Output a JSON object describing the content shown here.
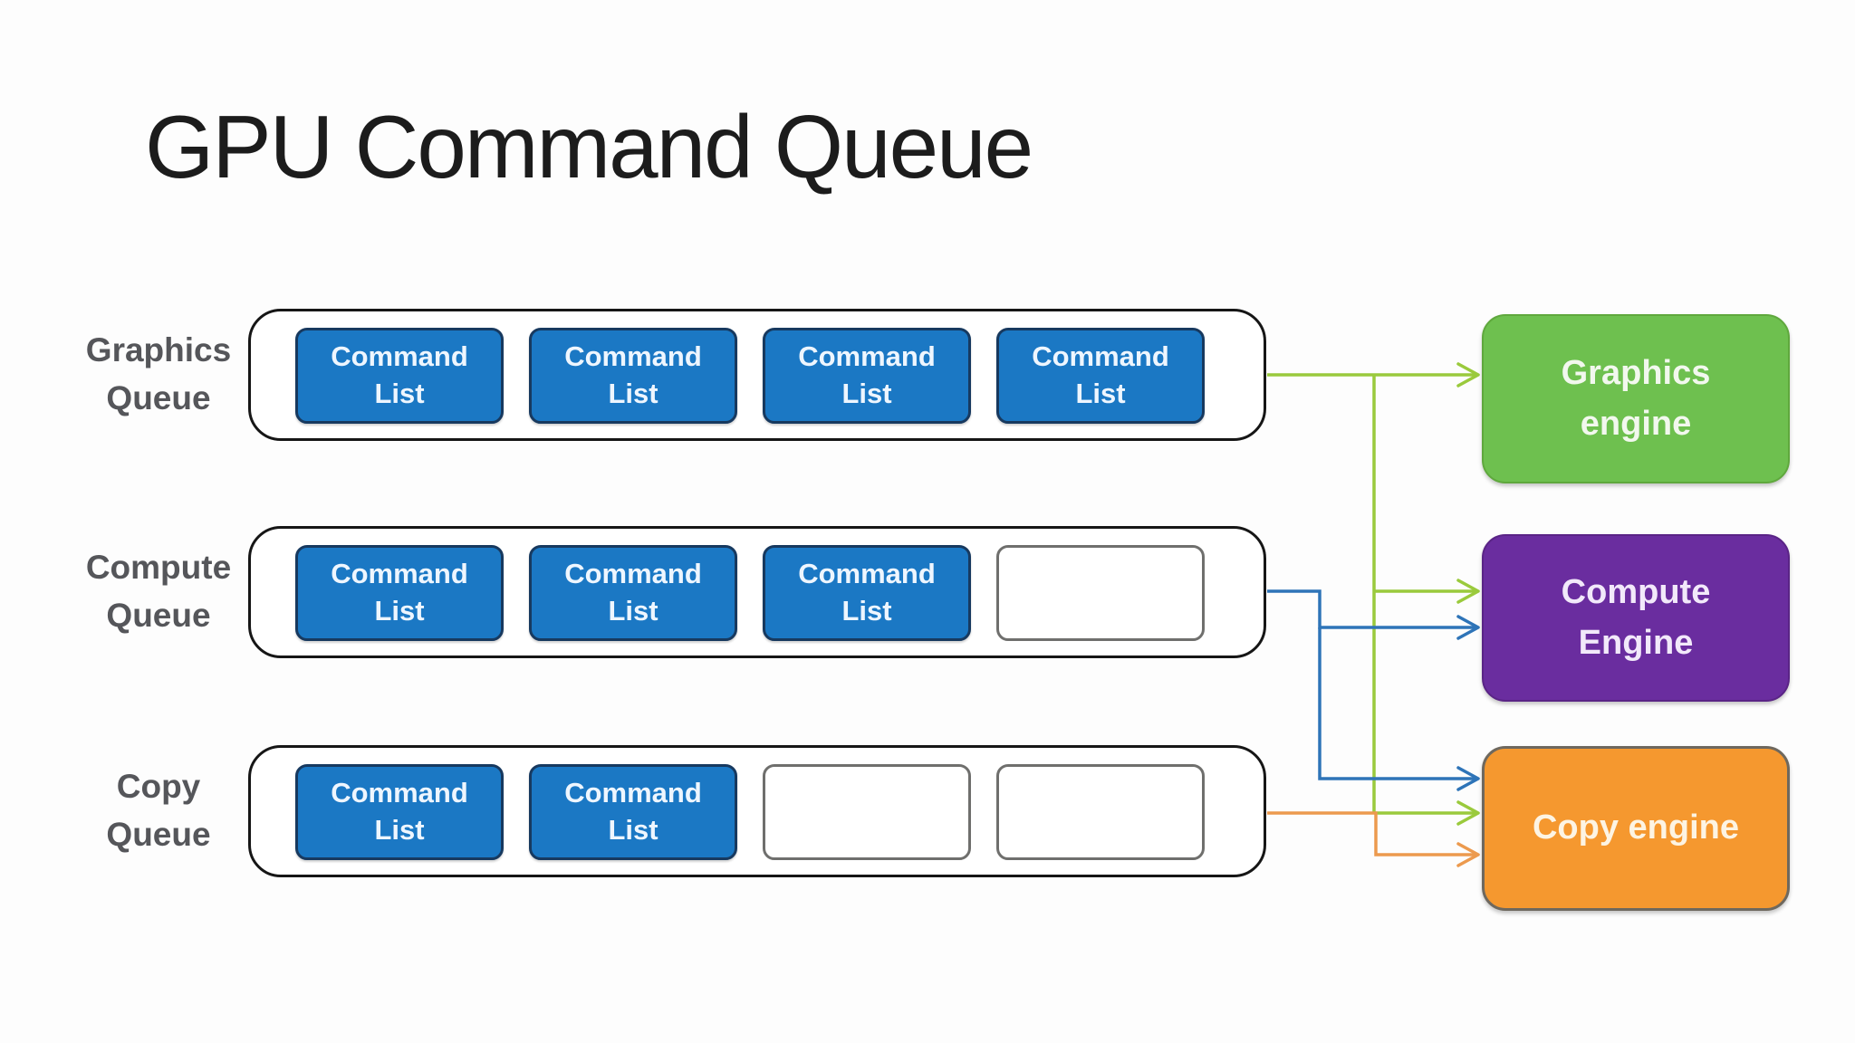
{
  "slide": {
    "title": "GPU Command Queue"
  },
  "colors": {
    "background": "#fdfdfd",
    "command_list_fill": "#1b78c4",
    "command_list_border": "#17395f",
    "queue_container_border": "#161616",
    "empty_slot_border": "#6f6f6d",
    "queue_label_text": "#55565a",
    "graphics_engine": "#6ec04f",
    "compute_engine": "#6a2d9f",
    "copy_engine": "#f5982f",
    "graphics_line": "#9aca3c",
    "compute_line": "#2e74b8",
    "copy_line": "#ec9a4e"
  },
  "queues": [
    {
      "name": "Graphics Queue",
      "label_line1": "Graphics",
      "label_line2": "Queue",
      "slots": [
        {
          "filled": true,
          "line1": "Command",
          "line2": "List"
        },
        {
          "filled": true,
          "line1": "Command",
          "line2": "List"
        },
        {
          "filled": true,
          "line1": "Command",
          "line2": "List"
        },
        {
          "filled": true,
          "line1": "Command",
          "line2": "List"
        }
      ]
    },
    {
      "name": "Compute Queue",
      "label_line1": "Compute",
      "label_line2": "Queue",
      "slots": [
        {
          "filled": true,
          "line1": "Command",
          "line2": "List"
        },
        {
          "filled": true,
          "line1": "Command",
          "line2": "List"
        },
        {
          "filled": true,
          "line1": "Command",
          "line2": "List"
        },
        {
          "filled": false,
          "line1": "",
          "line2": ""
        }
      ]
    },
    {
      "name": "Copy Queue",
      "label_line1": "Copy",
      "label_line2": "Queue",
      "slots": [
        {
          "filled": true,
          "line1": "Command",
          "line2": "List"
        },
        {
          "filled": true,
          "line1": "Command",
          "line2": "List"
        },
        {
          "filled": false,
          "line1": "",
          "line2": ""
        },
        {
          "filled": false,
          "line1": "",
          "line2": ""
        }
      ]
    }
  ],
  "engines": [
    {
      "name": "Graphics engine",
      "line1": "Graphics",
      "line2": "engine",
      "color": "#6ec04f"
    },
    {
      "name": "Compute Engine",
      "line1": "Compute",
      "line2": "Engine",
      "color": "#6a2d9f"
    },
    {
      "name": "Copy engine",
      "line1": "Copy engine",
      "line2": "",
      "color": "#f5982f"
    }
  ],
  "connections": [
    {
      "from": "Graphics Queue",
      "to": "Graphics engine",
      "color": "#9aca3c"
    },
    {
      "from": "Graphics Queue",
      "to": "Compute Engine",
      "color": "#9aca3c"
    },
    {
      "from": "Graphics Queue",
      "to": "Copy engine",
      "color": "#9aca3c"
    },
    {
      "from": "Compute Queue",
      "to": "Compute Engine",
      "color": "#2e74b8"
    },
    {
      "from": "Compute Queue",
      "to": "Copy engine",
      "color": "#2e74b8"
    },
    {
      "from": "Copy Queue",
      "to": "Copy engine",
      "color": "#ec9a4e"
    }
  ]
}
